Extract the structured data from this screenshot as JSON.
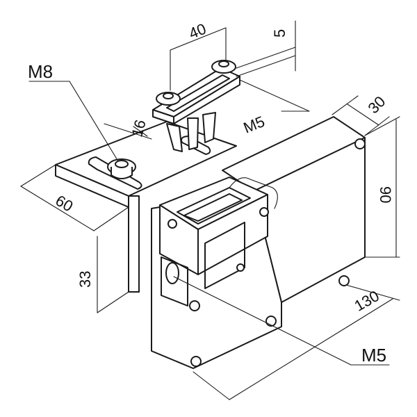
{
  "labels": {
    "dim_width_top": "40",
    "dim_offset_top": "5",
    "thread_main": "M8",
    "thread_top": "M5",
    "thread_bottom": "M5",
    "dim_slot": "16",
    "dim_depth": "30",
    "dim_height": "90",
    "dim_bracket_depth": "60",
    "dim_bracket_height": "33",
    "dim_length": "130"
  }
}
